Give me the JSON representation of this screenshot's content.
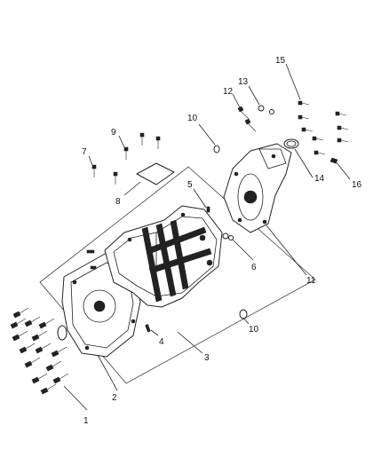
{
  "diagram": {
    "callouts": [
      {
        "id": "c1",
        "label": "1"
      },
      {
        "id": "c2",
        "label": "2"
      },
      {
        "id": "c3",
        "label": "3"
      },
      {
        "id": "c4",
        "label": "4"
      },
      {
        "id": "c5",
        "label": "5"
      },
      {
        "id": "c6",
        "label": "6"
      },
      {
        "id": "c7",
        "label": "7"
      },
      {
        "id": "c8",
        "label": "8"
      },
      {
        "id": "c9",
        "label": "9"
      },
      {
        "id": "c10a",
        "label": "10"
      },
      {
        "id": "c10b",
        "label": "10"
      },
      {
        "id": "c11",
        "label": "11"
      },
      {
        "id": "c12",
        "label": "12"
      },
      {
        "id": "c13",
        "label": "13"
      },
      {
        "id": "c14",
        "label": "14"
      },
      {
        "id": "c15",
        "label": "15"
      },
      {
        "id": "c16",
        "label": "16"
      }
    ],
    "colors": {
      "line": "#222222",
      "background": "#ffffff"
    }
  }
}
